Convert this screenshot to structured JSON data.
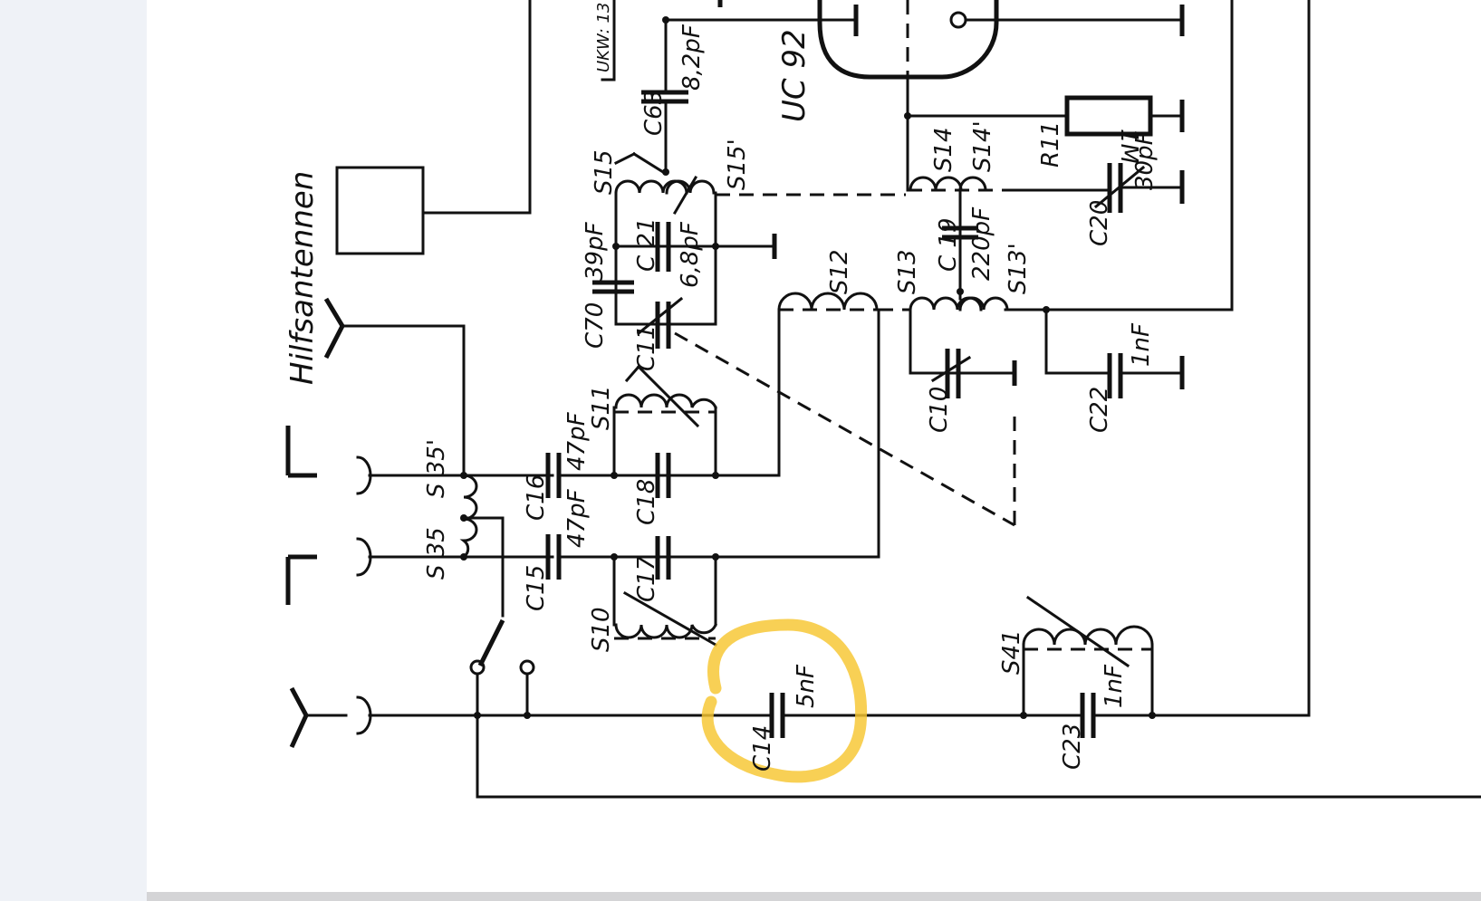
{
  "viewer": {
    "sidebar": "",
    "page": "schematic"
  },
  "labels": {
    "antenna": "Hilfsantennen",
    "tube": "UC 92",
    "ukw": "UKW: 13",
    "resistor_value": "1M",
    "r11": "R11",
    "c63": "C63",
    "c63_value": "8,2pF",
    "s15": "S15",
    "s15p": "S15'",
    "s14": "S14",
    "s14p": "S14'",
    "c20": "C20",
    "c20_value": "30pF",
    "c70": "C70",
    "c70_value": "39pF",
    "c21": "C 21",
    "c21_value": "6,8pF",
    "c11": "C11",
    "s12": "S12",
    "s13": "S13",
    "s13p": "S13'",
    "c19": "C 19",
    "c19_value": "220pF",
    "c10": "C10",
    "c22": "C22",
    "c22_value": "1nF",
    "s11": "S11",
    "s35p": "S 35'",
    "s35": "S 35",
    "c16": "C16",
    "c16_value": "47pF",
    "c18": "C18",
    "c15": "C15",
    "c15_value": "47pF",
    "c17": "C17",
    "s10": "S10",
    "c14": "C14",
    "c14_value": "5nF",
    "s41": "S41",
    "c23": "C23",
    "c23_value": "1nF"
  },
  "highlight": {
    "target": "C14",
    "color": "#f7c62f"
  }
}
